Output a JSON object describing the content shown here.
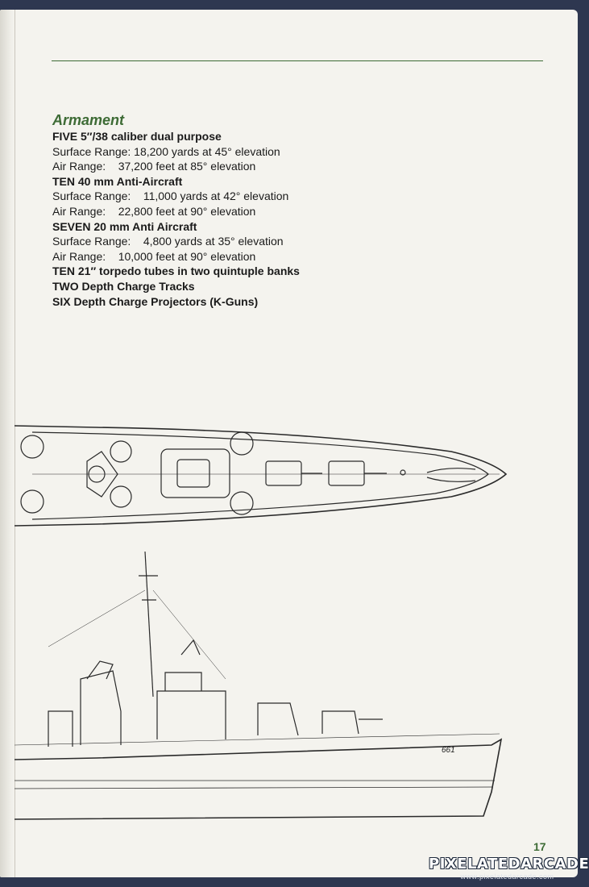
{
  "section": {
    "heading": "Armament",
    "lines": [
      {
        "text": "FIVE 5″/38 caliber dual purpose",
        "bold": true
      },
      {
        "text": "Surface Range: 18,200 yards at 45° elevation",
        "bold": false
      },
      {
        "text": "Air Range:    37,200 feet at 85° elevation",
        "bold": false
      },
      {
        "text": "TEN 40 mm Anti-Aircraft",
        "bold": true
      },
      {
        "text": "Surface Range:    11,000 yards at 42° elevation",
        "bold": false
      },
      {
        "text": "Air Range:    22,800 feet at 90° elevation",
        "bold": false
      },
      {
        "text": "SEVEN 20 mm Anti Aircraft",
        "bold": true
      },
      {
        "text": "Surface Range:    4,800 yards at 35° elevation",
        "bold": false
      },
      {
        "text": "Air Range:    10,000 feet at 90° elevation",
        "bold": false
      },
      {
        "text": "TEN 21″ torpedo tubes in two quintuple banks",
        "bold": true
      },
      {
        "text": "TWO Depth Charge Tracks",
        "bold": true
      },
      {
        "text": "SIX Depth Charge Projectors (K-Guns)",
        "bold": true
      }
    ]
  },
  "hull_number": "661",
  "page_number": "17",
  "watermark": {
    "title": "PIXELATEDARCADE",
    "url": "www.pixelatedarcade.com"
  },
  "colors": {
    "accent": "#3d6b35",
    "paper": "#f4f3ee",
    "ink": "#1a1a1a",
    "background": "#2e3750"
  }
}
